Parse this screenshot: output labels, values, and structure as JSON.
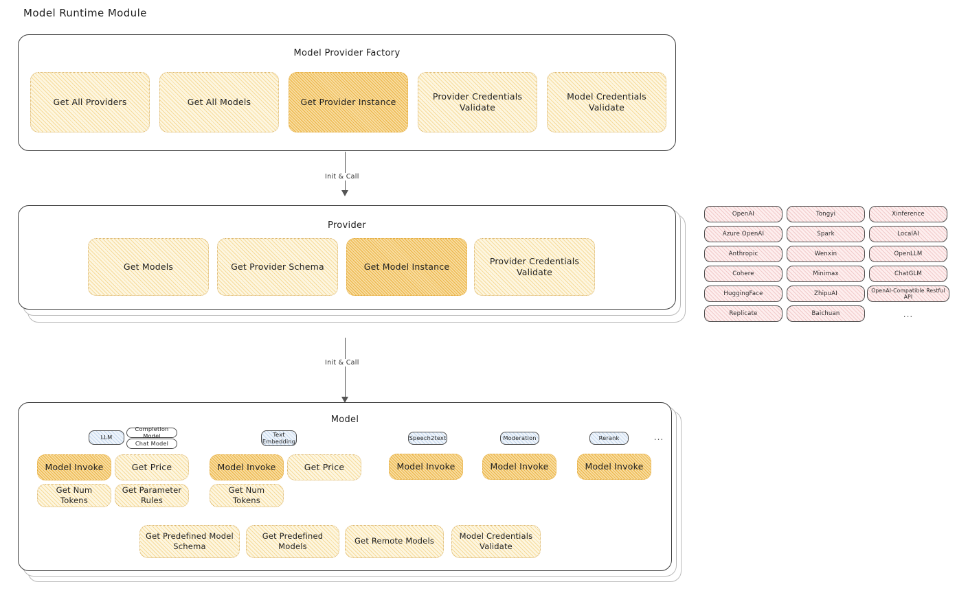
{
  "page": {
    "title": "Model Runtime Module"
  },
  "factory": {
    "title": "Model Provider Factory",
    "nodes": [
      {
        "label": "Get All Providers",
        "highlight": false
      },
      {
        "label": "Get All Models",
        "highlight": false
      },
      {
        "label": "Get Provider Instance",
        "highlight": true
      },
      {
        "label": "Provider Credentials Validate",
        "highlight": false
      },
      {
        "label": "Model Credentials Validate",
        "highlight": false
      }
    ]
  },
  "arrows": [
    {
      "label": "Init & Call"
    },
    {
      "label": "Init & Call"
    }
  ],
  "provider": {
    "title": "Provider",
    "nodes": [
      {
        "label": "Get Models",
        "highlight": false
      },
      {
        "label": "Get Provider Schema",
        "highlight": false
      },
      {
        "label": "Get Model Instance",
        "highlight": true
      },
      {
        "label": "Provider Credentials Validate",
        "highlight": false
      }
    ]
  },
  "provider_list": {
    "columns": [
      [
        "OpenAI",
        "Azure OpenAI",
        "Anthropic",
        "Cohere",
        "HuggingFace",
        "Replicate"
      ],
      [
        "Tongyi",
        "Spark",
        "Wenxin",
        "Minimax",
        "ZhipuAI",
        "Baichuan"
      ],
      [
        "Xinference",
        "LocalAI",
        "OpenLLM",
        "ChatGLM",
        "OpenAI-Compatible Restful API"
      ]
    ],
    "more": "..."
  },
  "model": {
    "title": "Model",
    "more": "...",
    "types": [
      {
        "name": "LLM",
        "sub": [
          "Completion Model",
          "Chat Model"
        ],
        "methods": [
          {
            "label": "Model Invoke",
            "highlight": true
          },
          {
            "label": "Get Price",
            "highlight": false
          },
          {
            "label": "Get Num Tokens",
            "highlight": false
          },
          {
            "label": "Get Parameter Rules",
            "highlight": false
          }
        ]
      },
      {
        "name": "Text Embedding",
        "sub": [],
        "methods": [
          {
            "label": "Model Invoke",
            "highlight": true
          },
          {
            "label": "Get Price",
            "highlight": false
          },
          {
            "label": "Get Num Tokens",
            "highlight": false
          }
        ]
      },
      {
        "name": "Speech2text",
        "sub": [],
        "methods": [
          {
            "label": "Model Invoke",
            "highlight": true
          }
        ]
      },
      {
        "name": "Moderation",
        "sub": [],
        "methods": [
          {
            "label": "Model Invoke",
            "highlight": true
          }
        ]
      },
      {
        "name": "Rerank",
        "sub": [],
        "methods": [
          {
            "label": "Model Invoke",
            "highlight": true
          }
        ]
      }
    ],
    "common": [
      {
        "label": "Get Predefined Model Schema"
      },
      {
        "label": "Get Predefined Models"
      },
      {
        "label": "Get Remote Models"
      },
      {
        "label": "Model Credentials Validate"
      }
    ]
  },
  "colors": {
    "node_fill": "#fdf6e0",
    "node_highlight_fill": "#fbe6b4",
    "pill_fill": "#fdeeee",
    "chip_blue_fill": "#eef4fb",
    "frame_border": "#3b3b3b",
    "arrow": "#555555"
  }
}
